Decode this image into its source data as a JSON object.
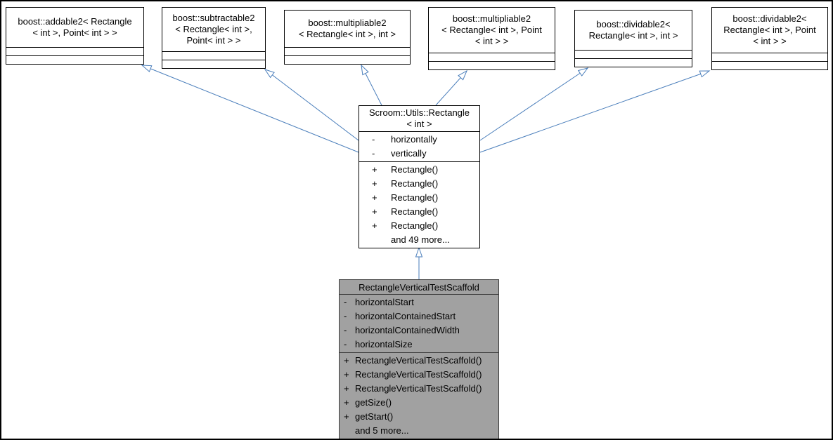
{
  "colors": {
    "edge": "#4a7ebb",
    "node_border": "#000000",
    "node_fill": "#ffffff",
    "highlight_fill": "#a1a1a1"
  },
  "nodes": {
    "addable": {
      "title_lines": [
        "boost::addable2< Rectangle",
        "< int  >, Point< int  > >"
      ]
    },
    "subtractable": {
      "title_lines": [
        "boost::subtractable2",
        "< Rectangle< int  >,",
        "Point< int  > >"
      ]
    },
    "multipliable_int": {
      "title_lines": [
        "boost::multipliable2",
        "< Rectangle< int >, int >"
      ]
    },
    "multipliable_point": {
      "title_lines": [
        "boost::multipliable2",
        "< Rectangle< int >, Point",
        "< int > >"
      ]
    },
    "dividable_int": {
      "title_lines": [
        "boost::dividable2<",
        "Rectangle< int >, int >"
      ]
    },
    "dividable_point": {
      "title_lines": [
        "boost::dividable2<",
        "Rectangle< int >, Point",
        "< int > >"
      ]
    },
    "rectangle": {
      "title_lines": [
        "Scroom::Utils::Rectangle",
        "< int >"
      ],
      "attributes": [
        {
          "sign": "-",
          "label": "horizontally"
        },
        {
          "sign": "-",
          "label": "vertically"
        }
      ],
      "methods": [
        {
          "sign": "+",
          "label": "Rectangle()"
        },
        {
          "sign": "+",
          "label": "Rectangle()"
        },
        {
          "sign": "+",
          "label": "Rectangle()"
        },
        {
          "sign": "+",
          "label": "Rectangle()"
        },
        {
          "sign": "+",
          "label": "Rectangle()"
        },
        {
          "sign": "",
          "label": "and 49 more..."
        }
      ]
    },
    "scaffold": {
      "title": "RectangleVerticalTestScaffold",
      "attributes": [
        {
          "sign": "-",
          "label": "horizontalStart"
        },
        {
          "sign": "-",
          "label": "horizontalContainedStart"
        },
        {
          "sign": "-",
          "label": "horizontalContainedWidth"
        },
        {
          "sign": "-",
          "label": "horizontalSize"
        }
      ],
      "methods": [
        {
          "sign": "+",
          "label": "RectangleVerticalTestScaffold()"
        },
        {
          "sign": "+",
          "label": "RectangleVerticalTestScaffold()"
        },
        {
          "sign": "+",
          "label": "RectangleVerticalTestScaffold()"
        },
        {
          "sign": "+",
          "label": "getSize()"
        },
        {
          "sign": "+",
          "label": "getStart()"
        },
        {
          "sign": "",
          "label": "and 5 more..."
        }
      ]
    }
  },
  "edges": [
    {
      "from": "rectangle",
      "to": "addable",
      "type": "public-inheritance"
    },
    {
      "from": "rectangle",
      "to": "subtractable",
      "type": "public-inheritance"
    },
    {
      "from": "rectangle",
      "to": "multipliable_int",
      "type": "public-inheritance"
    },
    {
      "from": "rectangle",
      "to": "multipliable_point",
      "type": "public-inheritance"
    },
    {
      "from": "rectangle",
      "to": "dividable_int",
      "type": "public-inheritance"
    },
    {
      "from": "rectangle",
      "to": "dividable_point",
      "type": "public-inheritance"
    },
    {
      "from": "scaffold",
      "to": "rectangle",
      "type": "public-inheritance"
    }
  ]
}
